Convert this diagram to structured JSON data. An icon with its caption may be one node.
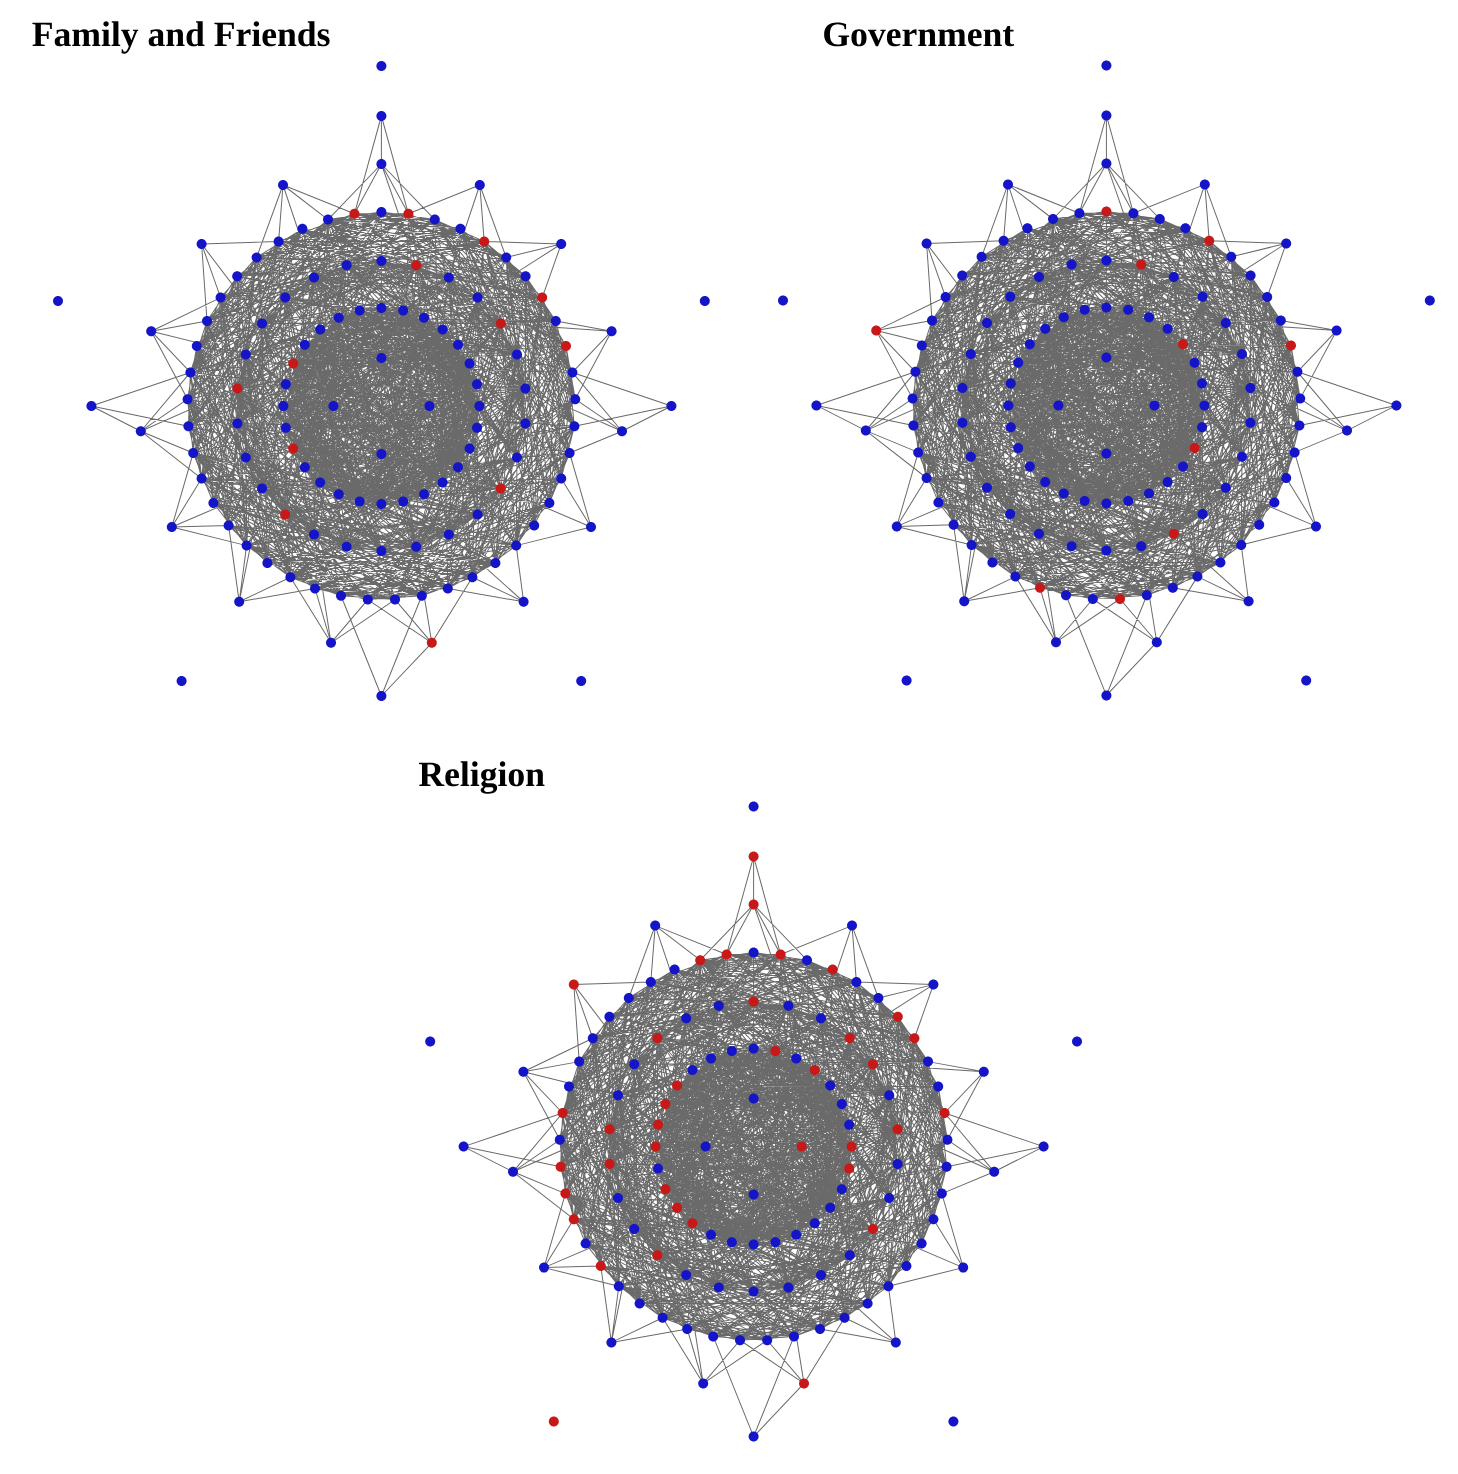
{
  "diagram": {
    "labels": [
      "Family and Friends",
      "Government",
      "Religion"
    ]
  }
}
